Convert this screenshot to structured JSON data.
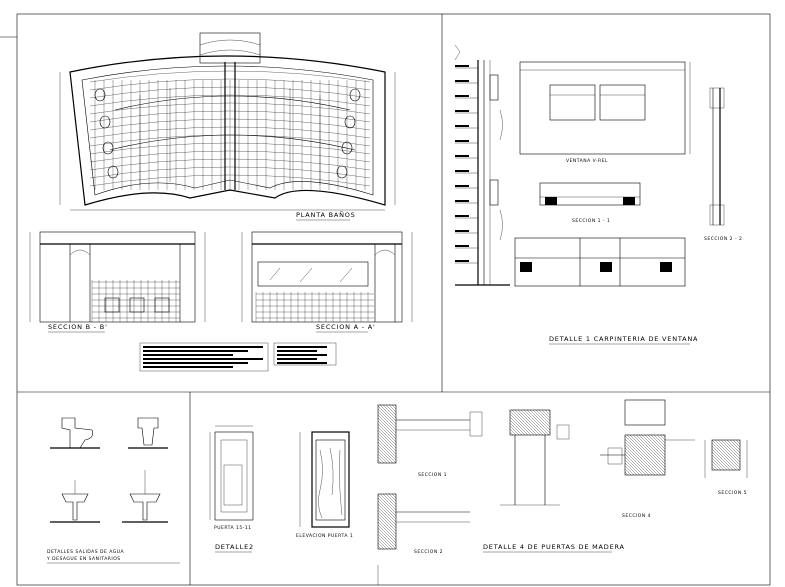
{
  "labels": {
    "planta_banos": "PLANTA BAÑOS",
    "seccion_bb": "SECCION B - B'",
    "seccion_aa": "SECCION A - A'",
    "detalle1": "DETALLE 1 CARPINTERIA DE VENTANA",
    "ventana": "VENTANA V-REL",
    "seccion_11": "SECCION 1 - 1",
    "seccion_22": "SECCION 2 - 2",
    "detalle_salidas_1": "DETALLES SALIDAS DE AGUA",
    "detalle_salidas_2": "Y DESAGUE EN SANITARIOS",
    "detalle2": "DETALLE2",
    "puerta": "PUERTA 15-11",
    "elevacion": "ELEVACION PUERTA 1",
    "seccion1": "SECCION 1",
    "seccion2": "SECCION 2",
    "seccion4": "SECCION 4",
    "seccion5": "SECCION 5",
    "detalle4": "DETALLE 4 DE PUERTAS DE MADERA"
  }
}
